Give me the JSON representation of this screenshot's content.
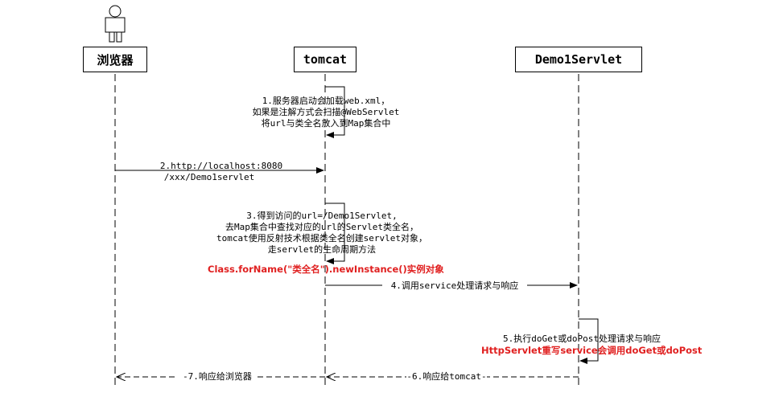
{
  "actor": "user-icon",
  "participants": {
    "browser": "浏览器",
    "tomcat": "tomcat",
    "servlet": "Demo1Servlet"
  },
  "steps": {
    "s1": [
      "1.服务器启动会加载web.xml，",
      "如果是注解方式会扫描@WebServlet",
      "将url与类全名放入到Map集合中"
    ],
    "s2": [
      "2.http://localhost:8080",
      "/xxx/Demo1servlet"
    ],
    "s3": [
      "3.得到访问的url=/Demo1Servlet,",
      "去Map集合中查找对应的url的Servlet类全名，",
      "tomcat使用反射技术根据类全名创建servlet对象，",
      "走servlet的生命周期方法"
    ],
    "s3_red": "Class.forName(\"类全名\").newInstance()实例对象",
    "s4": "4.调用service处理请求与响应",
    "s5": "5.执行doGet或doPost处理请求与响应",
    "s5_red": "HttpServlet重写service会调用doGet或doPost",
    "s6": "-6.响应给tomcat-",
    "s7": "-7.响应给浏览器"
  },
  "colors": {
    "line": "#000000",
    "highlight": "#e02020"
  }
}
